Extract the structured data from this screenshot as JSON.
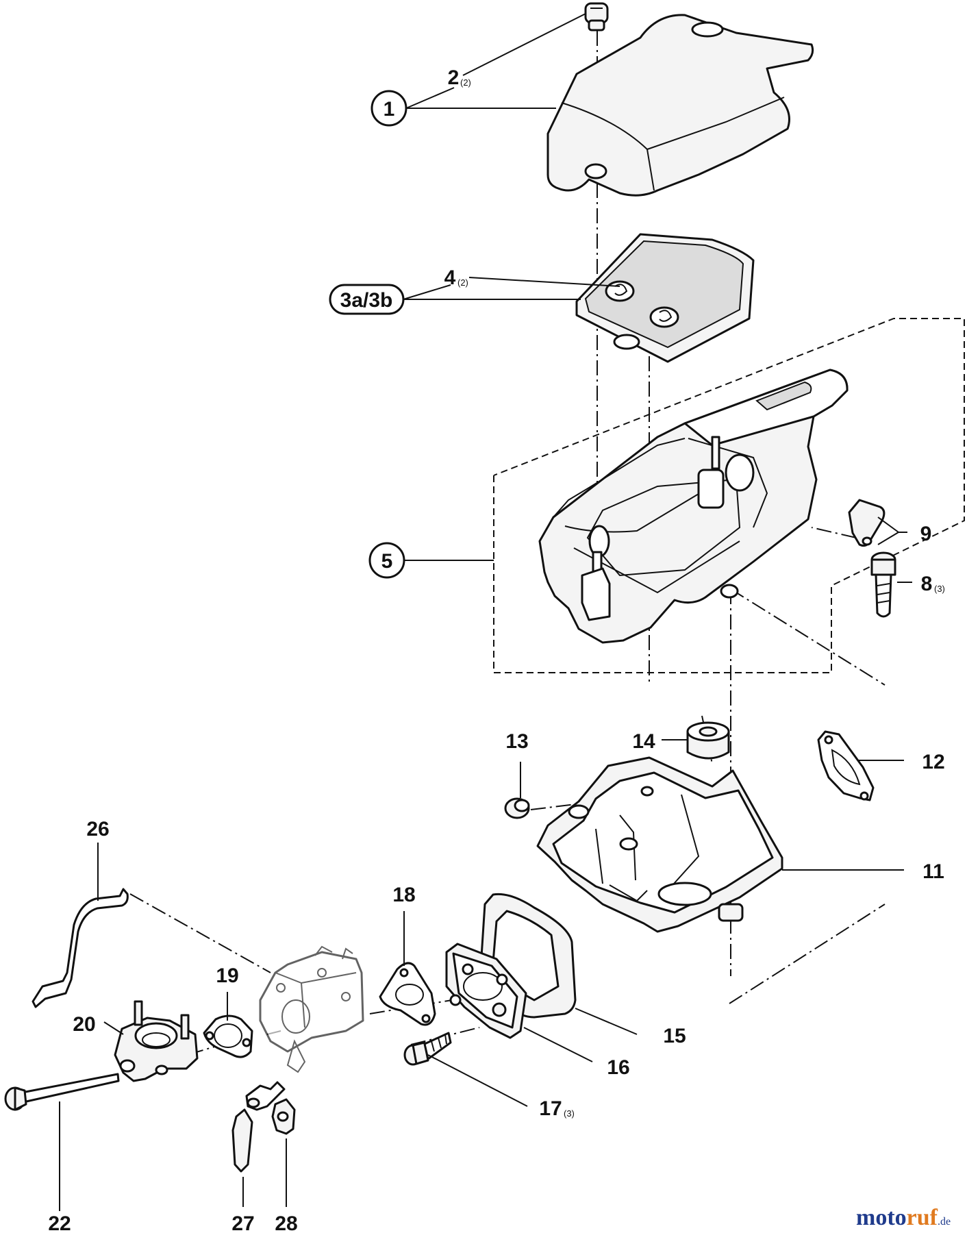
{
  "callouts": {
    "c1": {
      "label": "1"
    },
    "c2": {
      "label": "2",
      "qty": "(2)"
    },
    "c3": {
      "label": "3a/3b"
    },
    "c4": {
      "label": "4",
      "qty": "(2)"
    },
    "c5": {
      "label": "5"
    },
    "c8": {
      "label": "8",
      "qty": "(3)"
    },
    "c9": {
      "label": "9"
    },
    "c11": {
      "label": "11"
    },
    "c12": {
      "label": "12"
    },
    "c13": {
      "label": "13"
    },
    "c14": {
      "label": "14"
    },
    "c15": {
      "label": "15"
    },
    "c16": {
      "label": "16"
    },
    "c17": {
      "label": "17",
      "qty": "(3)"
    },
    "c18": {
      "label": "18"
    },
    "c19": {
      "label": "19"
    },
    "c20": {
      "label": "20"
    },
    "c22": {
      "label": "22"
    },
    "c26": {
      "label": "26"
    },
    "c27": {
      "label": "27"
    },
    "c28": {
      "label": "28"
    }
  },
  "watermark": {
    "part1": "moto",
    "part2": "ruf",
    "suffix": ".de"
  },
  "colors": {
    "line": "#111111",
    "watermark_blue": "#1f3b8c",
    "watermark_orange": "#e07a1f"
  }
}
